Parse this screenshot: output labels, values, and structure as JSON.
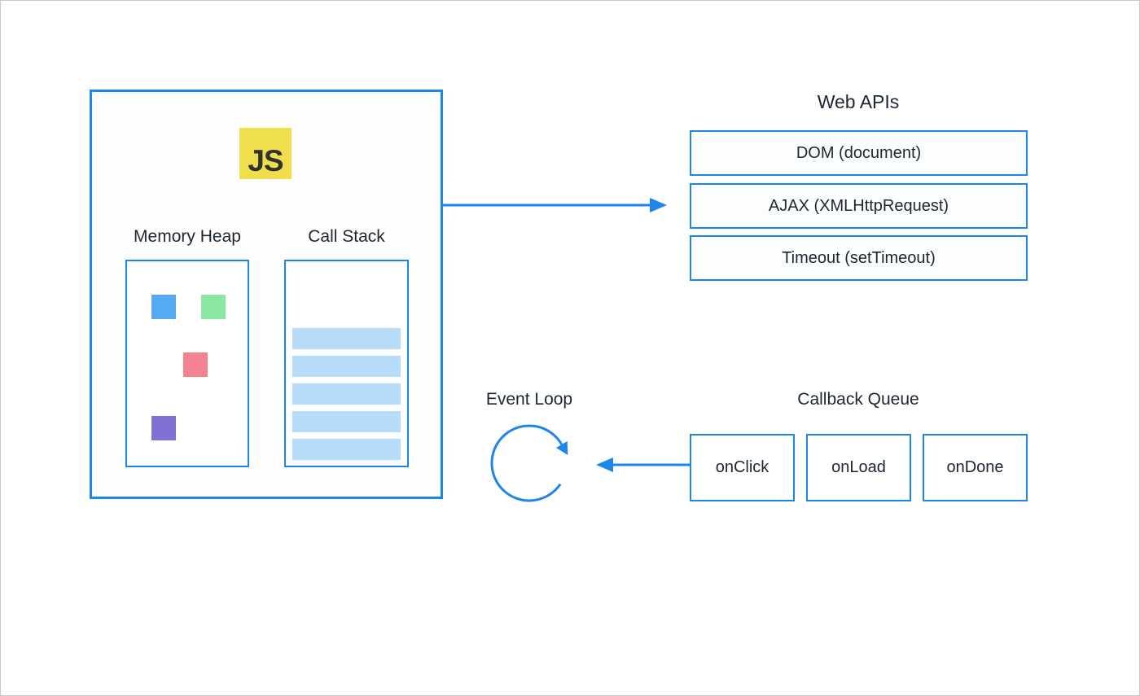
{
  "colors": {
    "accent": "#1e86e8",
    "js-yellow": "#efdf4d",
    "js-letters": "#323330",
    "text": "#1d2733",
    "canvas-border": "#c9c9c9",
    "box-fill": "#fdfefd"
  },
  "runtime": {
    "js_logo_text": "JS",
    "memory_heap": {
      "label": "Memory Heap",
      "blocks": [
        {
          "name": "blue-block",
          "color": "#55aaf2"
        },
        {
          "name": "green-block",
          "color": "#8ae8a2"
        },
        {
          "name": "pink-block",
          "color": "#f58291"
        },
        {
          "name": "purple-block",
          "color": "#8070d4"
        }
      ]
    },
    "call_stack": {
      "label": "Call Stack",
      "frame_count": 5,
      "bar_color": "#b7dcfa"
    }
  },
  "web_apis": {
    "title": "Web APIs",
    "boxes": [
      "DOM (document)",
      "AJAX (XMLHttpRequest)",
      "Timeout (setTimeout)"
    ]
  },
  "event_loop": {
    "label": "Event Loop"
  },
  "callback_queue": {
    "title": "Callback Queue",
    "boxes": [
      "onClick",
      "onLoad",
      "onDone"
    ]
  }
}
